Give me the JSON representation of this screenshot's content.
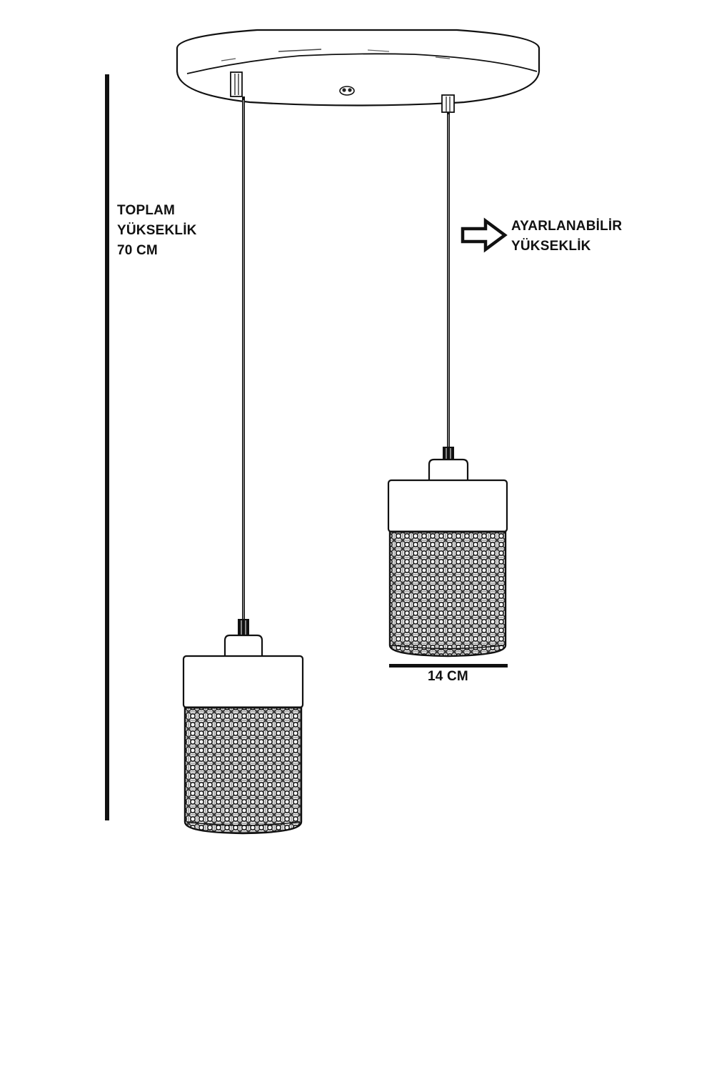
{
  "diagram": {
    "title": "Double pendant lamp dimension drawing",
    "colors": {
      "ink": "#111111",
      "background": "#ffffff",
      "shade_pattern": "#2a2a2a"
    },
    "annotations": {
      "total_height": {
        "lines": [
          "TOPLAM",
          "YÜKSEKLİK",
          "70 CM"
        ],
        "value": 70,
        "unit": "CM"
      },
      "adjustable_height": {
        "lines": [
          "AYARLANABİLİR",
          "YÜKSEKLİK"
        ],
        "icon": "right-arrow-outline-icon"
      },
      "shade_width": {
        "label": "14 CM",
        "value": 14,
        "unit": "CM"
      }
    },
    "components": {
      "canopy": "round-ceiling-canopy",
      "pendants": [
        {
          "name": "left-pendant",
          "position": "lower"
        },
        {
          "name": "right-pendant",
          "position": "higher"
        }
      ]
    }
  }
}
